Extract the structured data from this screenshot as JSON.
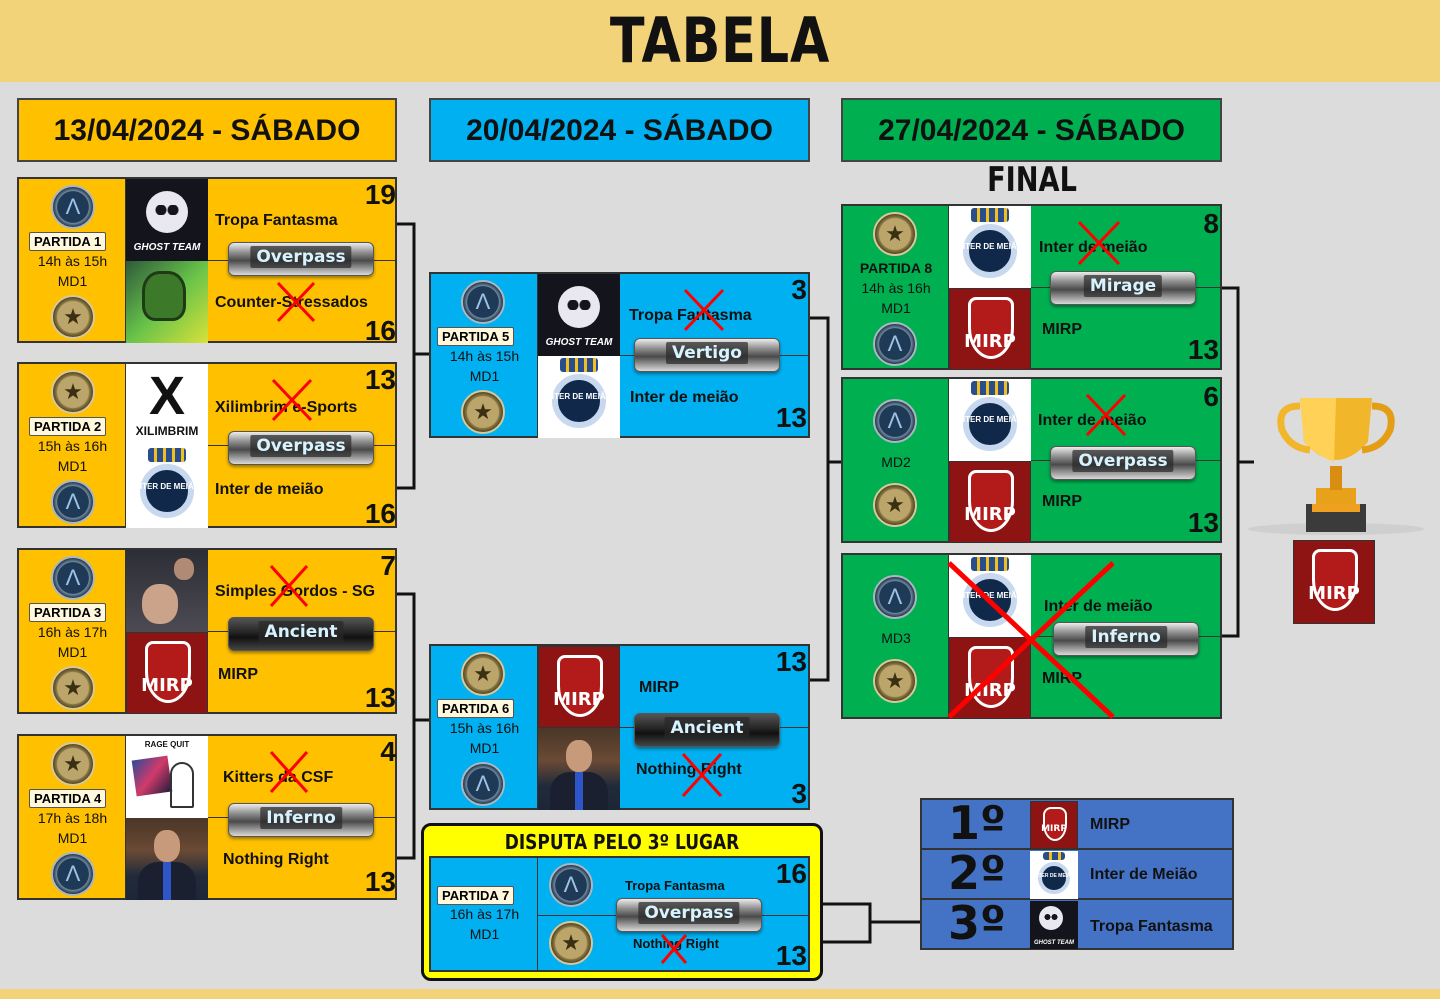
{
  "title": "TABELA",
  "dates": {
    "round1": "13/04/2024 - SÁBADO",
    "round2": "20/04/2024 - SÁBADO",
    "round3": "27/04/2024 - SÁBADO"
  },
  "final_label": "FINAL",
  "matches": {
    "m1": {
      "label": "PARTIDA 1",
      "time": "14h às 15h",
      "format": "MD1",
      "map": "Overpass",
      "team1": {
        "name": "Tropa Fantasma",
        "score": "19"
      },
      "team2": {
        "name": "Counter-Stressados",
        "score": "16"
      }
    },
    "m2": {
      "label": "PARTIDA 2",
      "time": "15h às 16h",
      "format": "MD1",
      "map": "Overpass",
      "team1": {
        "name": "Xilimbrim e-Sports",
        "score": "13"
      },
      "team2": {
        "name": "Inter de meião",
        "score": "16"
      }
    },
    "m3": {
      "label": "PARTIDA 3",
      "time": "16h às 17h",
      "format": "MD1",
      "map": "Ancient",
      "team1": {
        "name": "Simples Gordos - SG",
        "score": "7"
      },
      "team2": {
        "name": "MIRP",
        "score": "13"
      }
    },
    "m4": {
      "label": "PARTIDA 4",
      "time": "17h às 18h",
      "format": "MD1",
      "map": "Inferno",
      "team1": {
        "name": "Kitters da CSF",
        "score": "4"
      },
      "team2": {
        "name": "Nothing Right",
        "score": "13"
      }
    },
    "m5": {
      "label": "PARTIDA 5",
      "time": "14h às 15h",
      "format": "MD1",
      "map": "Vertigo",
      "team1": {
        "name": "Tropa Fantasma",
        "score": "3"
      },
      "team2": {
        "name": "Inter de meião",
        "score": "13"
      }
    },
    "m6": {
      "label": "PARTIDA 6",
      "time": "15h às 16h",
      "format": "MD1",
      "map": "Ancient",
      "team1": {
        "name": "MIRP",
        "score": "13"
      },
      "team2": {
        "name": "Nothing Right",
        "score": "3"
      }
    },
    "m7": {
      "label": "PARTIDA 7",
      "time": "16h às 17h",
      "format": "MD1",
      "map": "Overpass",
      "title": "DISPUTA PELO 3º LUGAR",
      "team1": {
        "name": "Tropa Fantasma",
        "score": "16"
      },
      "team2": {
        "name": "Nothing Right",
        "score": "13"
      }
    },
    "m8": {
      "label": "PARTIDA 8",
      "time": "14h às 16h",
      "format": "MD1",
      "game1": {
        "map": "Mirage",
        "team1": {
          "name": "Inter de meião",
          "score": "8"
        },
        "team2": {
          "name": "MIRP",
          "score": "13"
        }
      },
      "game2": {
        "label": "MD2",
        "map": "Overpass",
        "team1": {
          "name": "Inter de meião",
          "score": "6"
        },
        "team2": {
          "name": "MIRP",
          "score": "13"
        }
      },
      "game3": {
        "label": "MD3",
        "map": "Inferno",
        "team1": {
          "name": "Inter de meião"
        },
        "team2": {
          "name": "MIRP"
        }
      }
    }
  },
  "podium": [
    {
      "pos": "1º",
      "name": "MIRP"
    },
    {
      "pos": "2º",
      "name": "Inter de Meião"
    },
    {
      "pos": "3º",
      "name": "Tropa Fantasma"
    }
  ],
  "logo_text": {
    "ghost": "GHOST TEAM",
    "xil": "XILIMBRIM",
    "inter": "INTER DE MEIÃO",
    "mirp": "MIRP",
    "rage": "RAGE QUIT"
  },
  "icons": {
    "ct": "counter-terrorist-icon",
    "t": "terrorist-icon"
  },
  "colors": {
    "orange": "#ffc000",
    "blue": "#00b0f0",
    "green": "#00b050",
    "podium": "#4472c4",
    "header": "#f2d37a",
    "x_mark": "#ff0000"
  }
}
